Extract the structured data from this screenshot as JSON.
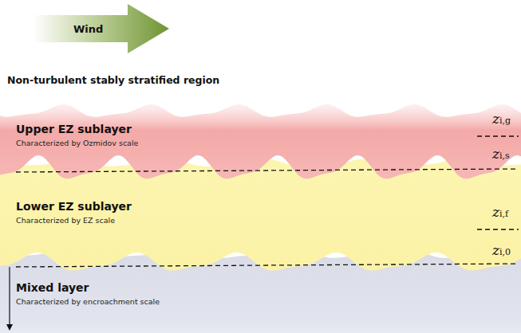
{
  "diagram": {
    "nodes": [
      {
        "text": [
          "Wind"
        ]
      },
      {
        "text": [
          "Upper EZ sublayer",
          "Characterized by Ozmidov scale"
        ]
      },
      {
        "text": [
          "Lower EZ sublayer",
          "Characterized by EZ scale"
        ]
      },
      {
        "text": [
          "Mixed layer",
          "Characterized by encroachment scale"
        ]
      }
    ],
    "labels": [
      "Non-turbulent stably stratified region",
      "zi,g",
      "zi,s",
      "zi,f",
      "zi,0"
    ]
  }
}
